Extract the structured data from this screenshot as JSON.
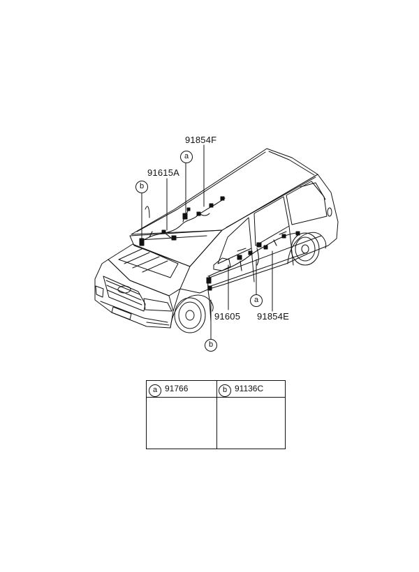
{
  "callouts": {
    "p1": "91854F",
    "p2": "91615A",
    "p3": "91605",
    "p4": "91854E",
    "a": "a",
    "b": "b"
  },
  "legend": {
    "a": {
      "letter": "a",
      "code": "91766"
    },
    "b": {
      "letter": "b",
      "code": "91136C"
    }
  }
}
